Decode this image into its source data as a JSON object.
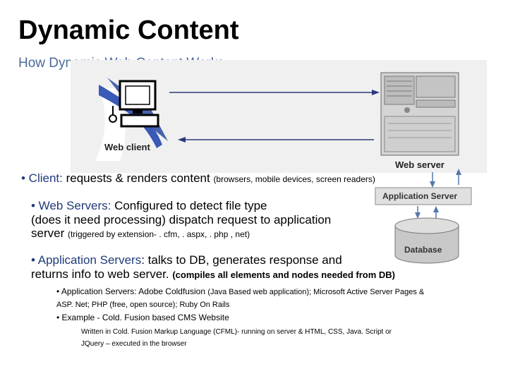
{
  "slide": {
    "title": "Dynamic Content",
    "subtitle": "How Dynamic Web Content Works"
  },
  "diagram": {
    "web_client_label": "Web client",
    "web_server_label": "Web server",
    "app_server_label": "Application Server",
    "database_label": "Database"
  },
  "bullets": {
    "client": {
      "head": "• Client: ",
      "text": "requests & renders content ",
      "note": "(browsers, mobile devices, screen readers)"
    },
    "web_servers": {
      "head": "• Web Servers: ",
      "line1": "Configured to detect file type",
      "line2": "(does it need processing) dispatch request to application",
      "line3": "server ",
      "note": "(triggered by extension- . cfm, . aspx, . php , net)"
    },
    "app_servers": {
      "head": "• Application Servers",
      "line1": ": talks to DB, generates response and",
      "line2": "returns info to web server. ",
      "note": "(compiles all elements and nodes needed from DB)"
    }
  },
  "subbullets": {
    "app_servers_line1_a": "• Application Servers: Adobe Coldfusion ",
    "app_servers_line1_b": "(Java Based web application); Microsoft Active Server Pages &",
    "app_servers_line2": "ASP. Net; PHP (free, open source); Ruby On Rails",
    "example": "• Example - Cold. Fusion based CMS Website",
    "example_line1": "Written in Cold. Fusion Markup Language (CFML)- running on server & HTML, CSS, Java. Script or",
    "example_line2": "JQuery – executed in the browser"
  },
  "colors": {
    "subtitle": "#4a6a9a",
    "app_server_box": "#e0e0e0",
    "database_fill": "#c8c8c8",
    "arrow": "#2a3a7a",
    "cable_blue": "#2a4aa0"
  }
}
